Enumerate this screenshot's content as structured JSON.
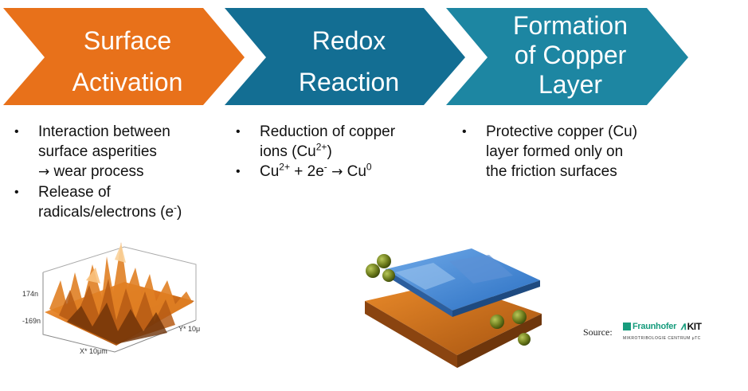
{
  "steps": [
    {
      "title_line1": "Surface",
      "title_line2": "Activation",
      "color": "#E8711A"
    },
    {
      "title_line1": "Redox",
      "title_line2": "Reaction",
      "color": "#136E93"
    },
    {
      "title_line1": "Formation",
      "title_line2": "of Copper",
      "title_line3": "Layer",
      "color": "#1D86A2"
    }
  ],
  "bullets": {
    "col1": {
      "b1_line1": "Interaction between",
      "b1_line2": "surface asperities",
      "b1_line3": "wear process",
      "b2_line1": "Release of",
      "b2_line2": "radicals/electrons (e",
      "b2_sup": "-",
      "b2_close": ")"
    },
    "col2": {
      "b1_line1": "Reduction of copper",
      "b1_line2": "ions (Cu",
      "b1_sup": "2+",
      "b1_close": ")",
      "b2_cu": "Cu",
      "b2_sup": "2+",
      "b2_mid": " + 2e",
      "b2_sup2": "-",
      "b2_res": "Cu",
      "b2_sup3": "0"
    },
    "col3": {
      "b1_line1": "Protective copper (Cu)",
      "b1_line2": "layer formed only on",
      "b1_line3": "the friction surfaces"
    }
  },
  "afm": {
    "z_top": "174n",
    "z_bottom": "-169n",
    "x_label": "X* 10μm",
    "y_label": "Y* 10μ"
  },
  "source": {
    "label": "Source:",
    "logo_left": "Fraunhofer",
    "logo_right": "KIT",
    "logo_sub": "MIKROTRIBOLOGIE CENTRUM μTC"
  },
  "icons": {
    "arrow": "right-arrow-icon"
  }
}
